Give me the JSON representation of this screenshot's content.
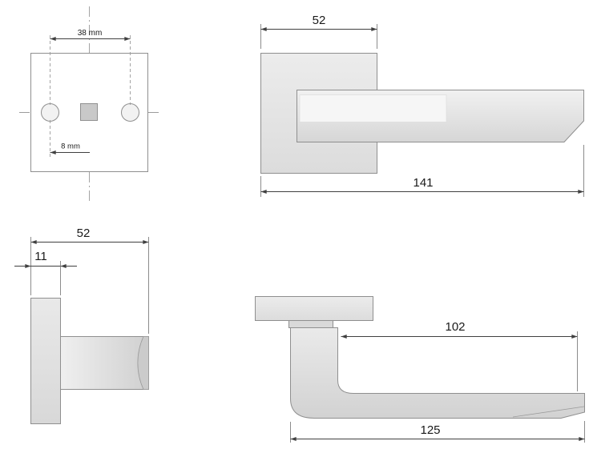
{
  "drawing": {
    "title": "door-handle-technical-drawing",
    "colors": {
      "outline": "#8f8f8f",
      "dimension_line": "#404040",
      "text_color": "#1a1a1a",
      "centerline": "#9b9b9b",
      "background": "#ffffff"
    },
    "views": {
      "rose_front": {
        "dims": {
          "hole_spacing": "38 mm",
          "spindle": "8 mm"
        }
      },
      "handle_front": {
        "dims": {
          "width": "52",
          "length": "141"
        }
      },
      "rose_side": {
        "dims": {
          "depth": "52",
          "thickness": "11"
        }
      },
      "handle_side": {
        "dims": {
          "grip": "102",
          "projection": "125"
        }
      }
    }
  }
}
